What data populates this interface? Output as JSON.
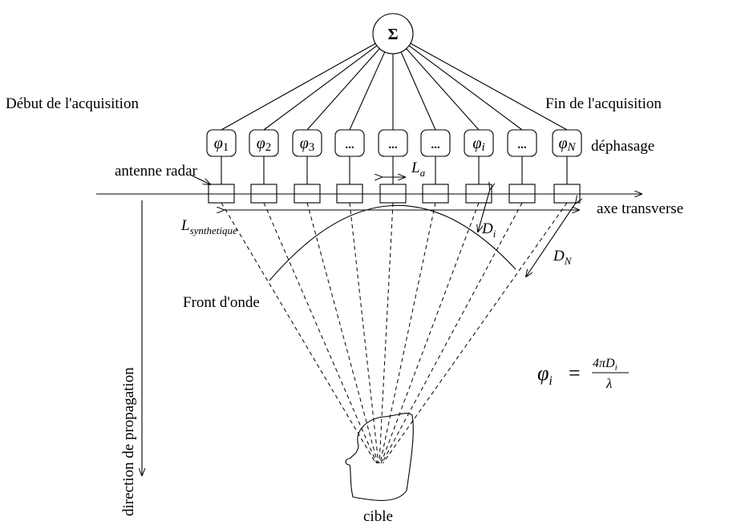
{
  "sum_symbol": "Σ",
  "labels": {
    "start": "Début de l'acquisition",
    "end": "Fin de l'acquisition",
    "phase_shift": "déphasage",
    "antenna": "antenne radar",
    "transverse_axis": "axe transverse",
    "wavefront": "Front d'onde",
    "propagation": "direction de propagation",
    "target": "cible"
  },
  "phase_boxes": [
    {
      "base": "φ",
      "sub": "1"
    },
    {
      "base": "φ",
      "sub": "2"
    },
    {
      "base": "φ",
      "sub": "3"
    },
    {
      "base": "...",
      "sub": ""
    },
    {
      "base": "...",
      "sub": ""
    },
    {
      "base": "...",
      "sub": ""
    },
    {
      "base": "φ",
      "sub": "i"
    },
    {
      "base": "...",
      "sub": ""
    },
    {
      "base": "φ",
      "sub": "N"
    }
  ],
  "symbols": {
    "La_base": "L",
    "La_sub": "a",
    "Lsyn_base": "L",
    "Lsyn_sub": "synthetique",
    "Di_base": "D",
    "Di_sub": "i",
    "DN_base": "D",
    "DN_sub": "N"
  },
  "formula": {
    "lhs_base": "φ",
    "lhs_sub": "i",
    "eq": "=",
    "numerator": "4πD",
    "numerator_sub": "i",
    "denominator": "λ"
  }
}
